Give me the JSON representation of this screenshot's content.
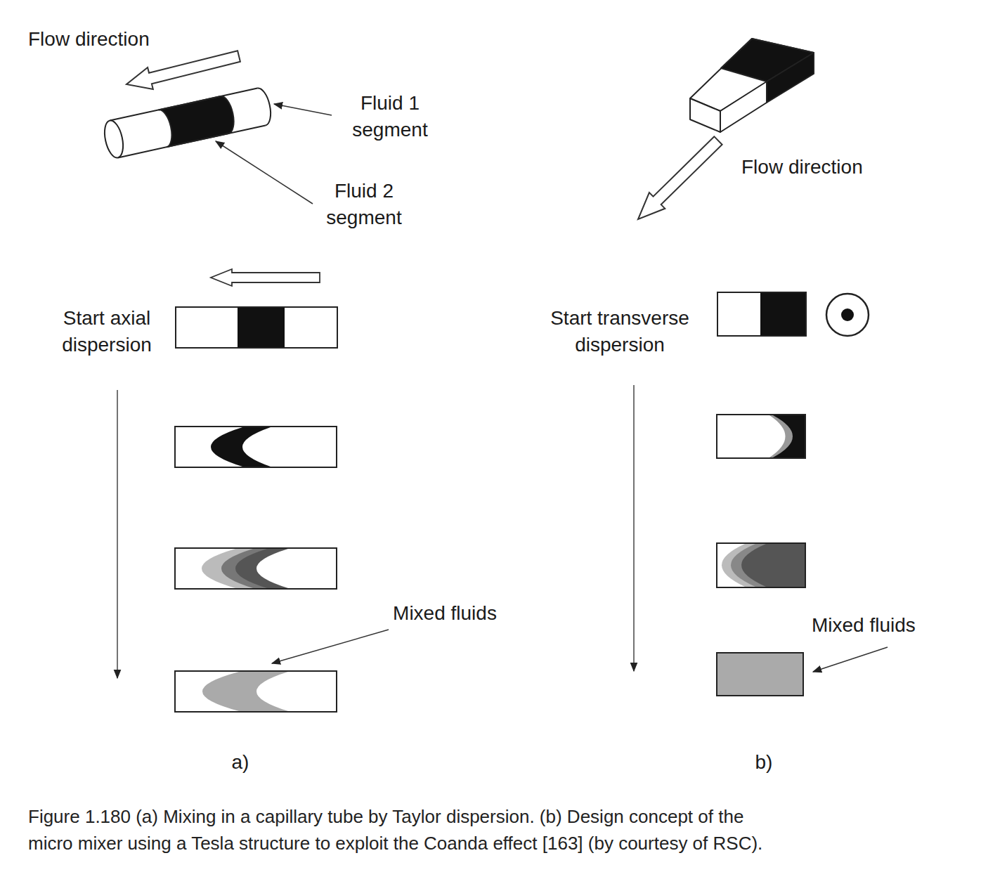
{
  "diagram": {
    "caption": "Figure 1.180 (a) Mixing in a capillary tube by Taylor dispersion. (b) Design concept of the micro mixer using a Tesla structure to exploit the Coanda effect [163] (by courtesy of RSC).",
    "labels": [
      "Flow direction",
      "Fluid 1 segment",
      "Flow direction",
      "Fluid 2 segment",
      "Start axial dispersion",
      "Start transverse dispersion",
      "Mixed fluids",
      "Mixed fluids",
      "a)",
      "b)"
    ]
  }
}
